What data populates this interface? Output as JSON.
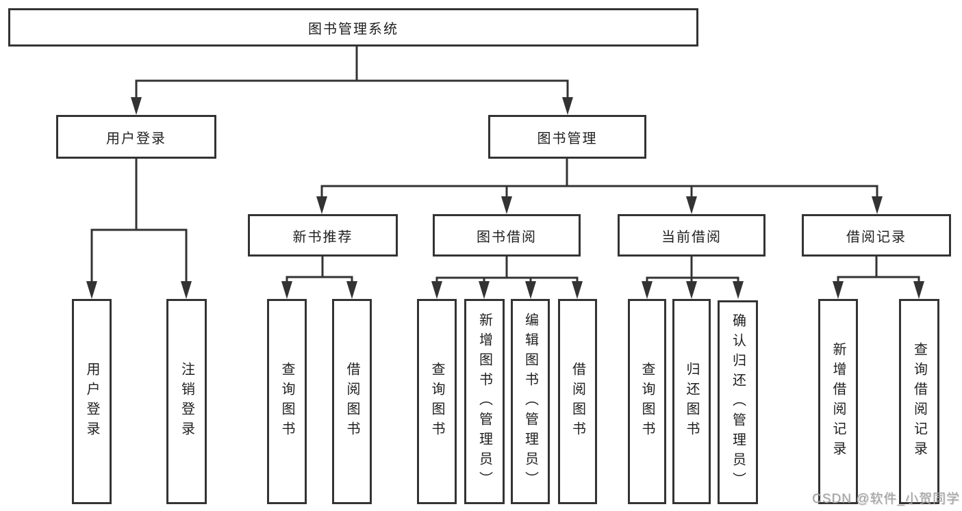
{
  "nodes": {
    "root": "图书管理系统",
    "user_login": "用户登录",
    "book_management": "图书管理",
    "new_book_recommendation": "新书推荐",
    "book_borrowing": "图书借阅",
    "current_borrowing": "当前借阅",
    "borrowing_records": "借阅记录",
    "leaf_user_login": "用户登录",
    "leaf_logout": "注销登录",
    "leaf_nbr_query_books": "查询图书",
    "leaf_nbr_borrow_books": "借阅图书",
    "leaf_bb_query_books": "查询图书",
    "leaf_bb_add_books_admin": "新增图书（管理员）",
    "leaf_bb_edit_books_admin": "编辑图书（管理员）",
    "leaf_bb_borrow_books": "借阅图书",
    "leaf_cb_query_books": "查询图书",
    "leaf_cb_return_books": "归还图书",
    "leaf_cb_confirm_return_admin": "确认归还（管理员）",
    "leaf_br_add_record": "新增借阅记录",
    "leaf_br_query_record": "查询借阅记录"
  },
  "watermark": "CSDN @软件_小贺同学",
  "colors": {
    "line": "#333333",
    "box_border": "#333333",
    "box_fill": "#ffffff",
    "text": "#1f1f1f",
    "watermark": "#a3a3a3"
  }
}
